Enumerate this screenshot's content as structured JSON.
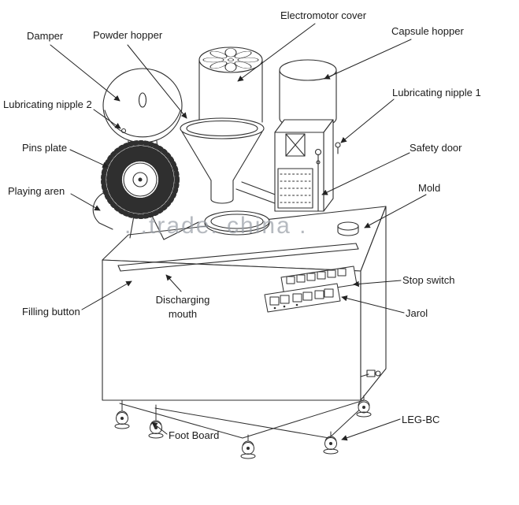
{
  "diagram": {
    "watermark": ". .trade. china .",
    "colors": {
      "ink": "#2f2f2f",
      "watermark": "#9aa0a8"
    },
    "labels": [
      {
        "id": "damper",
        "text": "Damper"
      },
      {
        "id": "powder_hopper",
        "text": "Powder hopper"
      },
      {
        "id": "electromotor_cover",
        "text": "Electromotor cover"
      },
      {
        "id": "capsule_hopper",
        "text": "Capsule hopper"
      },
      {
        "id": "lubricating_nipple_2",
        "text": "Lubricating nipple 2"
      },
      {
        "id": "lubricating_nipple_1",
        "text": "Lubricating nipple 1"
      },
      {
        "id": "pins_plate",
        "text": "Pins plate"
      },
      {
        "id": "safety_door",
        "text": "Safety door"
      },
      {
        "id": "playing_aren",
        "text": "Playing aren"
      },
      {
        "id": "mold",
        "text": "Mold"
      },
      {
        "id": "stop_switch",
        "text": "Stop switch"
      },
      {
        "id": "filling_button",
        "text": "Filling button"
      },
      {
        "id": "discharging_mouth",
        "text": "Discharging mouth"
      },
      {
        "id": "jarol",
        "text": "Jarol"
      },
      {
        "id": "foot_board",
        "text": "Foot Board"
      },
      {
        "id": "leg_bc",
        "text": "LEG-BC"
      }
    ]
  }
}
